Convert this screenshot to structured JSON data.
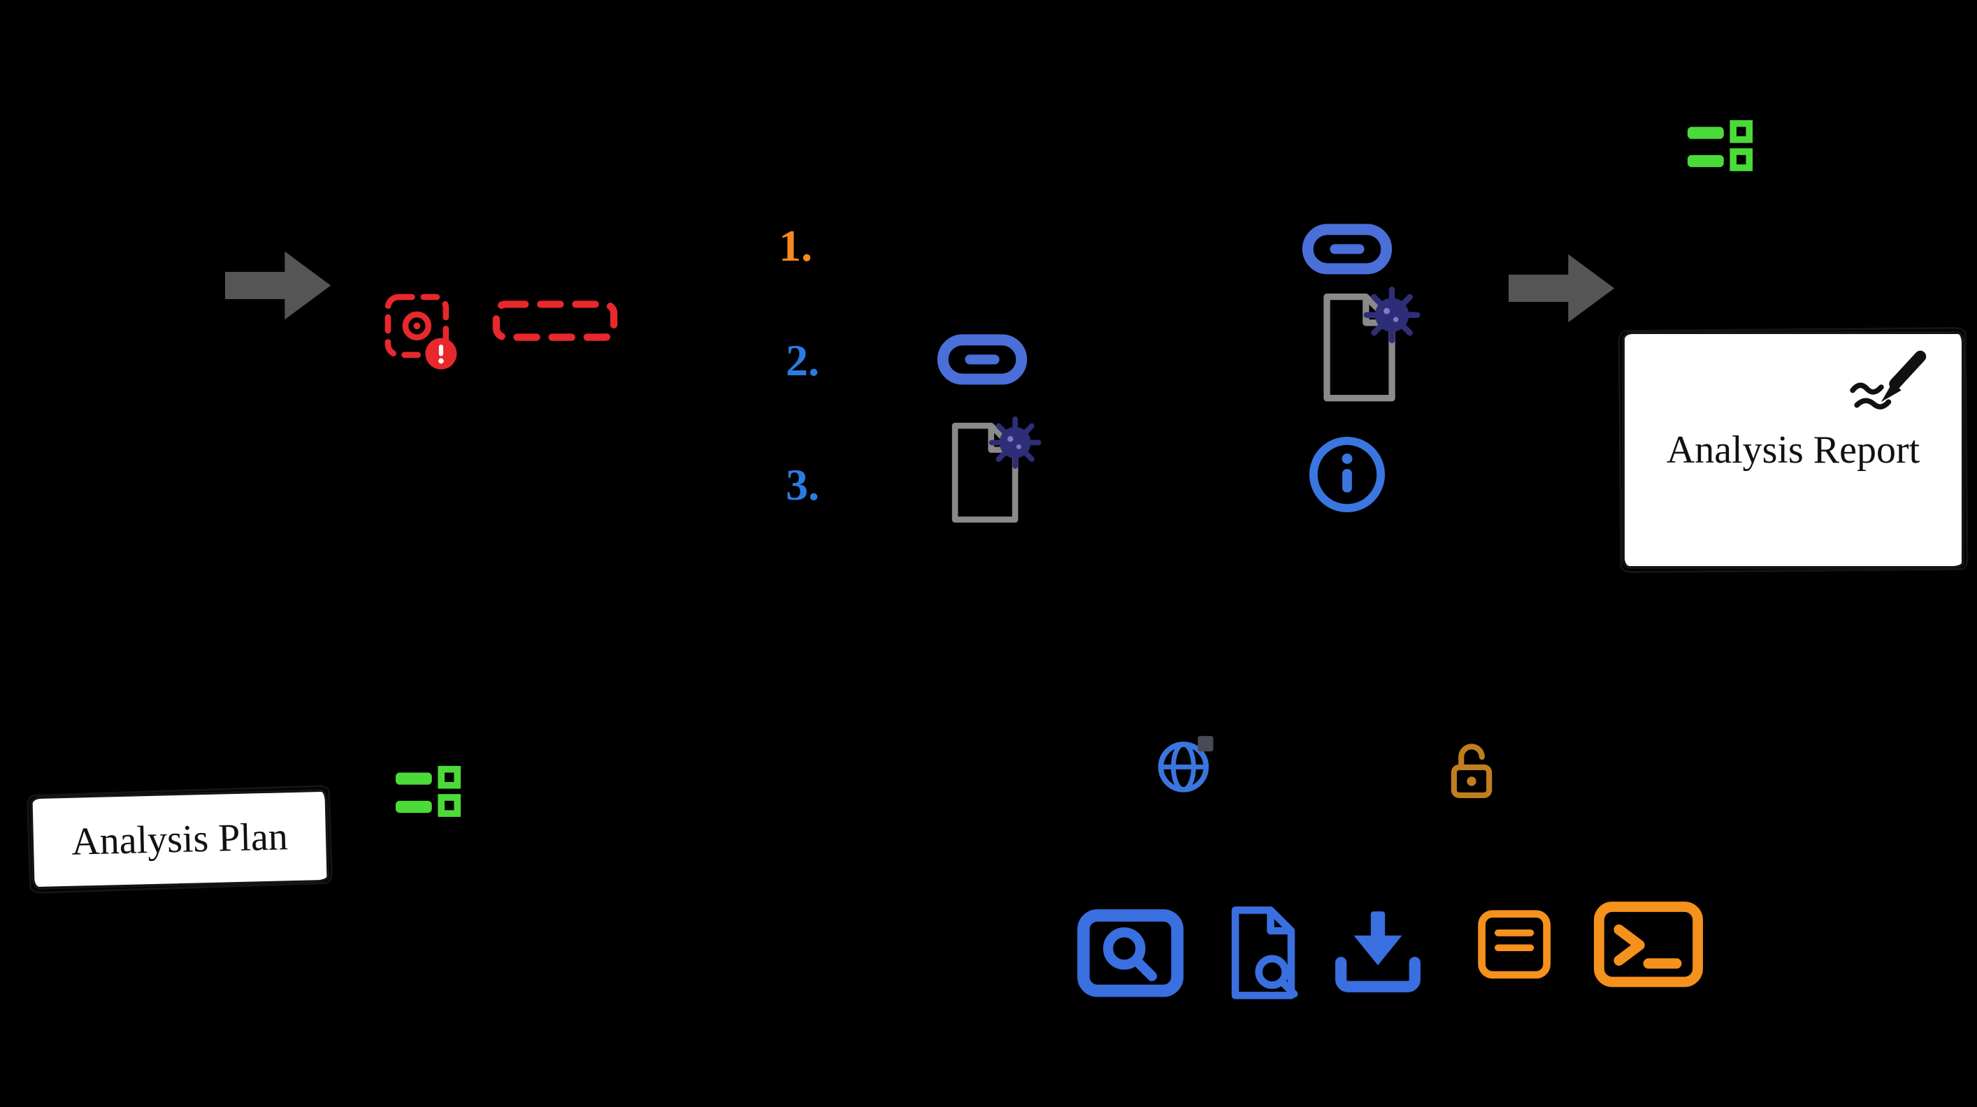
{
  "background": "#000000",
  "steps": [
    {
      "label": "1.",
      "color": "#f6891e"
    },
    {
      "label": "2.",
      "color": "#2b7ce0"
    },
    {
      "label": "3.",
      "color": "#2b7ce0"
    }
  ],
  "nodes": {
    "analysis_plan": {
      "label": "Analysis Plan"
    },
    "analysis_report": {
      "label": "Analysis Report"
    }
  },
  "colors": {
    "green": "#4bdb38",
    "arrow_gray": "#555555",
    "alert_red": "#e8282c",
    "step_orange": "#f6891e",
    "step_blue": "#2b7ce0",
    "link_blue": "#4a6fd9",
    "icon_blue": "#3a6fe0",
    "virus_navy": "#2e2e78",
    "doc_gray": "#8a8a8a",
    "lock_amber": "#bf7f1f",
    "tool_orange": "#f5911d",
    "box_bg": "#ffffff",
    "ink": "#111111"
  },
  "icons": {
    "tasks-icon": "checklist ≔",
    "arrow-right-icon": "→",
    "scan-alert-icon": "viewfinder + !",
    "redaction-dashed-box": "dashed ▭",
    "link-icon": "chain link 🔗",
    "malware-file-icon": "document + virus",
    "info-icon": "ⓘ",
    "pen-icon": "✎",
    "globe-icon": "🌐",
    "unlock-icon": "open padlock 🔓",
    "preview-icon": "magnifier in frame 🔍",
    "file-search-icon": "document + magnifier",
    "download-icon": "arrow into tray ⭳",
    "script-icon": "scroll 📜",
    "terminal-icon": ">_"
  }
}
